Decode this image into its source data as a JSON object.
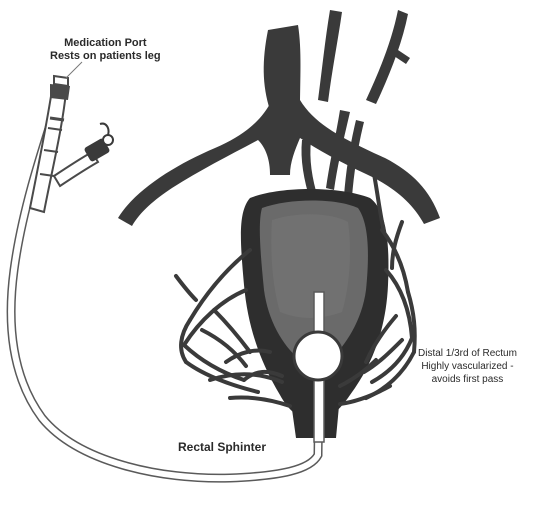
{
  "labels": {
    "medication_port": {
      "line1": "Medication Port",
      "line2": "Rests on patients leg"
    },
    "distal_rectum": {
      "line1": "Distal 1/3rd of Rectum",
      "line2": "Highly vascularized -",
      "line3": "avoids first pass"
    },
    "rectal_sphincter": "Rectal Sphinter"
  },
  "colors": {
    "vessel": "#3a3a3a",
    "rectum_wall": "#2e2e2e",
    "rectum_inner": "#6a6a6a",
    "balloon": "#ffffff",
    "catheter_fill": "#ffffff",
    "catheter_stroke": "#5a5a5a",
    "text": "#2a2a2a"
  }
}
